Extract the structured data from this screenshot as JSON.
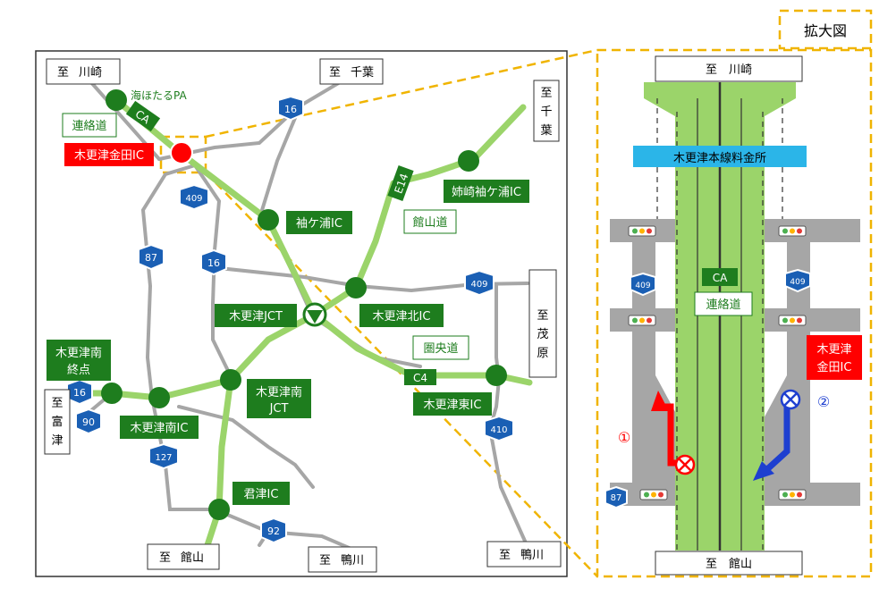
{
  "title": "拡大図",
  "destinations": {
    "kawasaki": [
      "至",
      "川崎"
    ],
    "chiba_top": [
      "至",
      "千葉"
    ],
    "chiba_right": [
      "至",
      "千",
      "葉"
    ],
    "mobara": [
      "至",
      "茂",
      "原"
    ],
    "futtsu": [
      "至",
      "富",
      "津"
    ],
    "tateyama": [
      "至",
      "館山"
    ],
    "kamogawa_mid": [
      "至",
      "鴨川"
    ],
    "kamogawa_right": [
      "至",
      "鴨川"
    ]
  },
  "ics": {
    "umihotaru": "海ほたるPA",
    "kisarazu_kaneda": "木更津金田IC",
    "sodegaura": "袖ケ浦IC",
    "anegasaki": "姉崎袖ケ浦IC",
    "kisarazu_jct": "木更津JCT",
    "kisarazu_kita": "木更津北IC",
    "kisarazu_nan_end": [
      "木更津南",
      "終点"
    ],
    "kisarazu_nan_ic": "木更津南IC",
    "kisarazu_nan_jct": [
      "木更津南",
      "JCT"
    ],
    "kisarazu_higashi": "木更津東IC",
    "kimitsu": "君津IC"
  },
  "roads": {
    "renrakudo": "連絡道",
    "tateyama_do": "館山道",
    "ken_o_do": "圏央道",
    "ca": "CA",
    "e14": "E14",
    "c4": "C4"
  },
  "routes": [
    "16",
    "409",
    "87",
    "16",
    "409",
    "16",
    "90",
    "127",
    "92",
    "410"
  ],
  "zoom": {
    "top": "至　川崎",
    "bottom": "至　館山",
    "tollgate": "木更津本線料金所",
    "ca": "CA",
    "renrakudo": "連絡道",
    "ic_label": [
      "木更津",
      "金田IC"
    ],
    "route_409_left": "409",
    "route_409_right": "409",
    "route_87": "87",
    "marker_1": "①",
    "marker_2": "②"
  },
  "colors": {
    "expressway": "#9bd46a",
    "ic_green": "#1e7d1e",
    "general_road": "#a6a6a6",
    "highlight": "#ff0000",
    "route_blue": "#1a5fb4",
    "zoom_frame": "#f0b400",
    "tollgate": "#2bb5e8"
  }
}
